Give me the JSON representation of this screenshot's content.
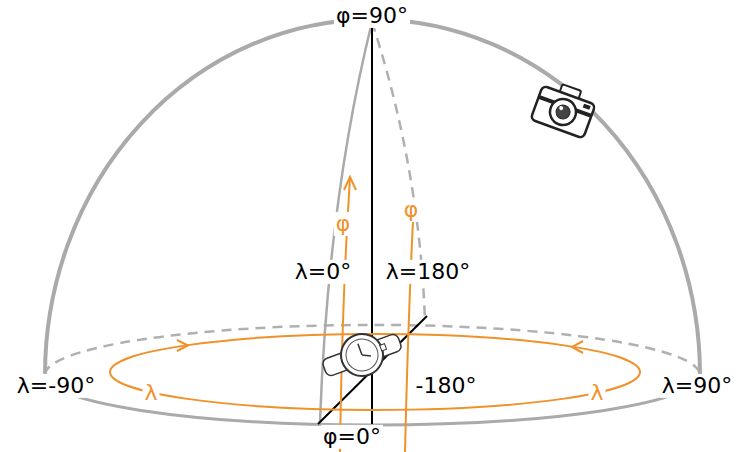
{
  "diagram": {
    "labels": [
      "φ=90°",
      "φ",
      "φ",
      "λ=0°",
      "λ=180°",
      "λ=-90°",
      "λ=90°",
      "-180°",
      "φ=0°",
      "λ",
      "λ"
    ]
  }
}
